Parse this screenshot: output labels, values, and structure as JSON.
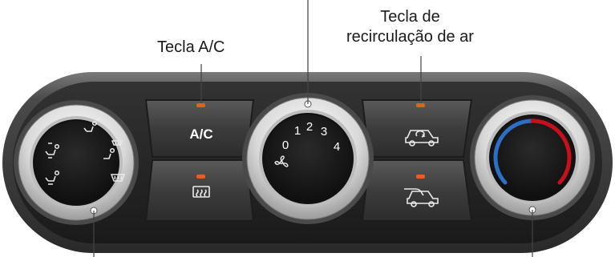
{
  "callouts": {
    "ac": "Tecla A/C",
    "recirculation_line1": "Tecla de",
    "recirculation_line2": "recirculação de ar"
  },
  "buttons": {
    "ac_label": "A/C",
    "ac_indicator_color": "#e0621c",
    "recirc_indicator_color": "#e0621c"
  },
  "fan_knob": {
    "speeds": [
      "0",
      "1",
      "2",
      "3",
      "4"
    ],
    "icon": "fan-icon"
  },
  "mode_knob": {
    "icons": [
      "face-vent-icon",
      "face-feet-vent-icon",
      "feet-vent-icon",
      "feet-defrost-icon",
      "defrost-windshield-icon"
    ]
  },
  "temperature_knob": {
    "cold_color": "#2d6fc4",
    "hot_color": "#c8101c"
  },
  "icons": {
    "rear_defrost": "rear-defrost-icon",
    "recirculation": "recirculation-car-icon",
    "fresh_air": "fresh-air-car-icon"
  }
}
